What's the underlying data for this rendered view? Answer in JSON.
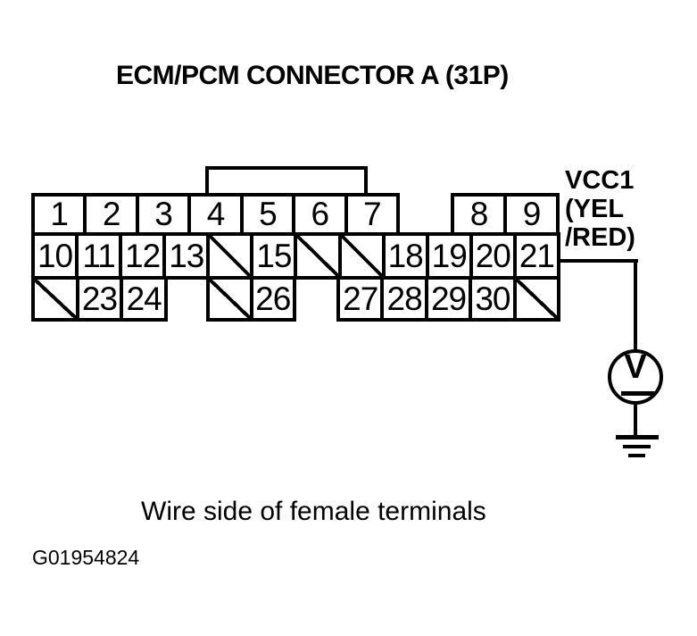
{
  "title": "ECM/PCM CONNECTOR A (31P)",
  "connector": {
    "row1_left": [
      "1",
      "2",
      "3",
      "4",
      "5",
      "6",
      "7"
    ],
    "row1_right": [
      "8",
      "9"
    ],
    "row2": [
      "10",
      "11",
      "12",
      "13",
      "",
      "15",
      "",
      "",
      "18",
      "19",
      "20",
      "21"
    ],
    "row3_seg1": [
      "",
      "23",
      "24"
    ],
    "row3_seg2": [
      "",
      "26"
    ],
    "row3_seg3": [
      "27",
      "28",
      "29",
      "30",
      ""
    ],
    "empty_pin_marker": "diagonal-slash"
  },
  "wire": {
    "label_line1": "VCC1",
    "label_line2": "(YEL",
    "label_line3": "/RED)"
  },
  "voltmeter": {
    "letter": "V"
  },
  "caption": "Wire side of female terminals",
  "figure_id": "G01954824",
  "colors": {
    "ink": "#000000",
    "background": "#ffffff"
  }
}
